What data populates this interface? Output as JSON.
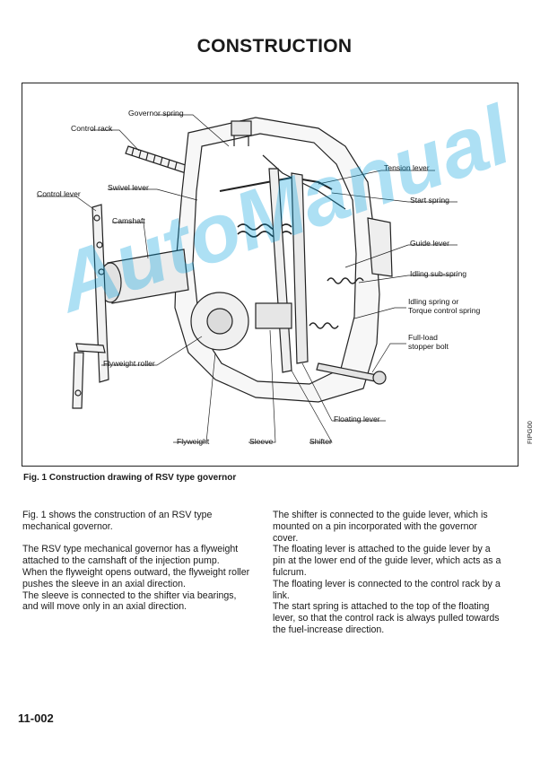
{
  "page": {
    "title": "CONSTRUCTION",
    "page_number": "11-002"
  },
  "figure": {
    "side_code": "FIPG00",
    "caption": "Fig. 1  Construction drawing of RSV type governor",
    "labels": {
      "governor_spring": "Governor spring",
      "control_rack": "Control rack",
      "swivel_lever": "Swivel lever",
      "control_lever": "Control lever",
      "camshaft": "Camshaft",
      "tension_lever": "Tension lever",
      "start_spring": "Start spring",
      "guide_lever": "Guide lever",
      "idling_sub_spring": "Idling sub-spring",
      "idling_spring_1": "Idling spring or",
      "idling_spring_2": "Torque control spring",
      "full_load_1": "Full-load",
      "full_load_2": "stopper bolt",
      "flyweight_roller": "Flyweight roller",
      "floating_lever": "Floating lever",
      "flyweight": "Flyweight",
      "sleeve": "Sleeve",
      "shifter": "Shifter"
    }
  },
  "watermark": "AutoManual",
  "text": {
    "left": [
      "Fig. 1 shows the construction of an RSV type mechanical governor.",
      "The RSV type mechanical governor has a flyweight attached to the camshaft of the injection pump.",
      "When the flyweight opens outward, the flyweight roller pushes the sleeve in an axial direction.",
      "The sleeve is connected to the shifter via bearings, and will move only in an axial direction."
    ],
    "right": [
      "The shifter is connected to the guide lever, which is mounted on a pin incorporated with the governor cover.",
      "The floating lever is attached to the guide lever by a pin at the lower end of the guide lever, which acts as a fulcrum.",
      "The floating lever is connected to the control rack by a link.",
      "The start spring is attached to the top of the floating lever, so that the control rack is always pulled towards the fuel-increase direction."
    ]
  }
}
